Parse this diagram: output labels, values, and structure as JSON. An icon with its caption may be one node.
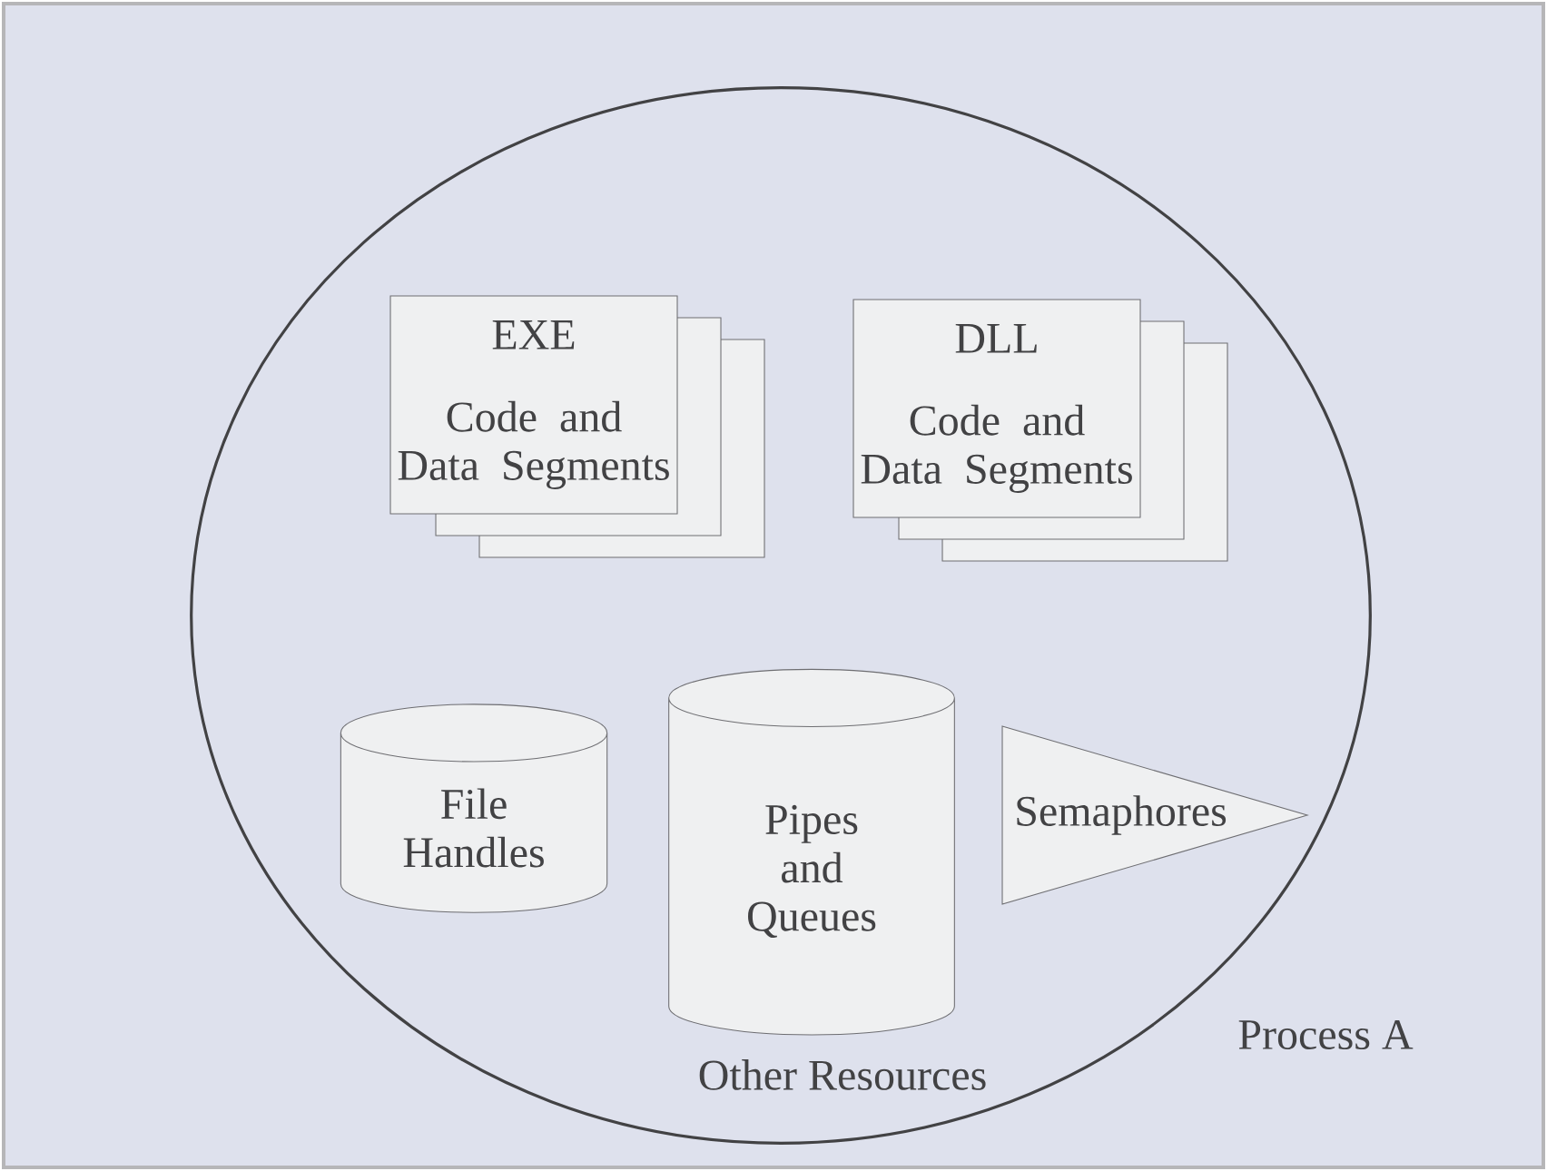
{
  "diagram": {
    "nodes": [
      {
        "text": [
          "Process A"
        ]
      },
      {
        "text": [
          "EXE",
          "Code and Data Segments"
        ],
        "in": 0
      },
      {
        "text": [
          "DLL",
          "Code and Data Segments"
        ],
        "in": 0
      },
      {
        "text": [
          "File Handles"
        ],
        "in": 0
      },
      {
        "text": [
          "Pipes and Queues"
        ],
        "in": 0
      },
      {
        "text": [
          "Semaphores"
        ],
        "in": 0
      }
    ],
    "labels": [
      "Other Resources"
    ]
  }
}
